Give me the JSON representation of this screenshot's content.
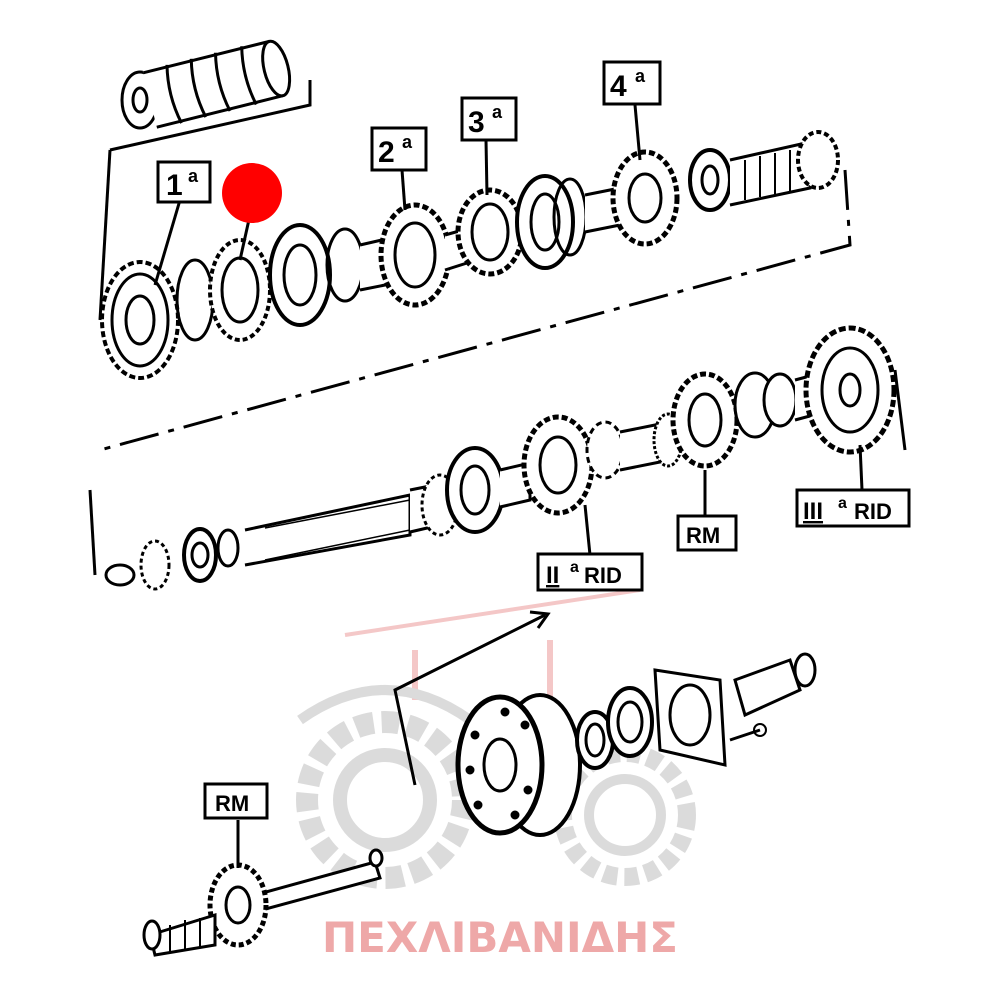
{
  "labels": {
    "gear_1": "1",
    "gear_2": "2",
    "gear_3": "3",
    "gear_4": "4",
    "ordinal_a": "a",
    "rm_upper": "RM",
    "rm_lower": "RM",
    "ii_numeral": "II",
    "ii_suffix": "a",
    "ii_rid": "RID",
    "iii_numeral": "III",
    "iii_suffix": "a",
    "iii_rid": "RID"
  },
  "watermark": {
    "text": "ΠΕΧΛΙΒΑΝΙΔΗΣ",
    "color": "#e06060"
  },
  "colors": {
    "ink": "#000000",
    "marker": "#ff0000",
    "watermark_gray": "#c8c8c8"
  }
}
